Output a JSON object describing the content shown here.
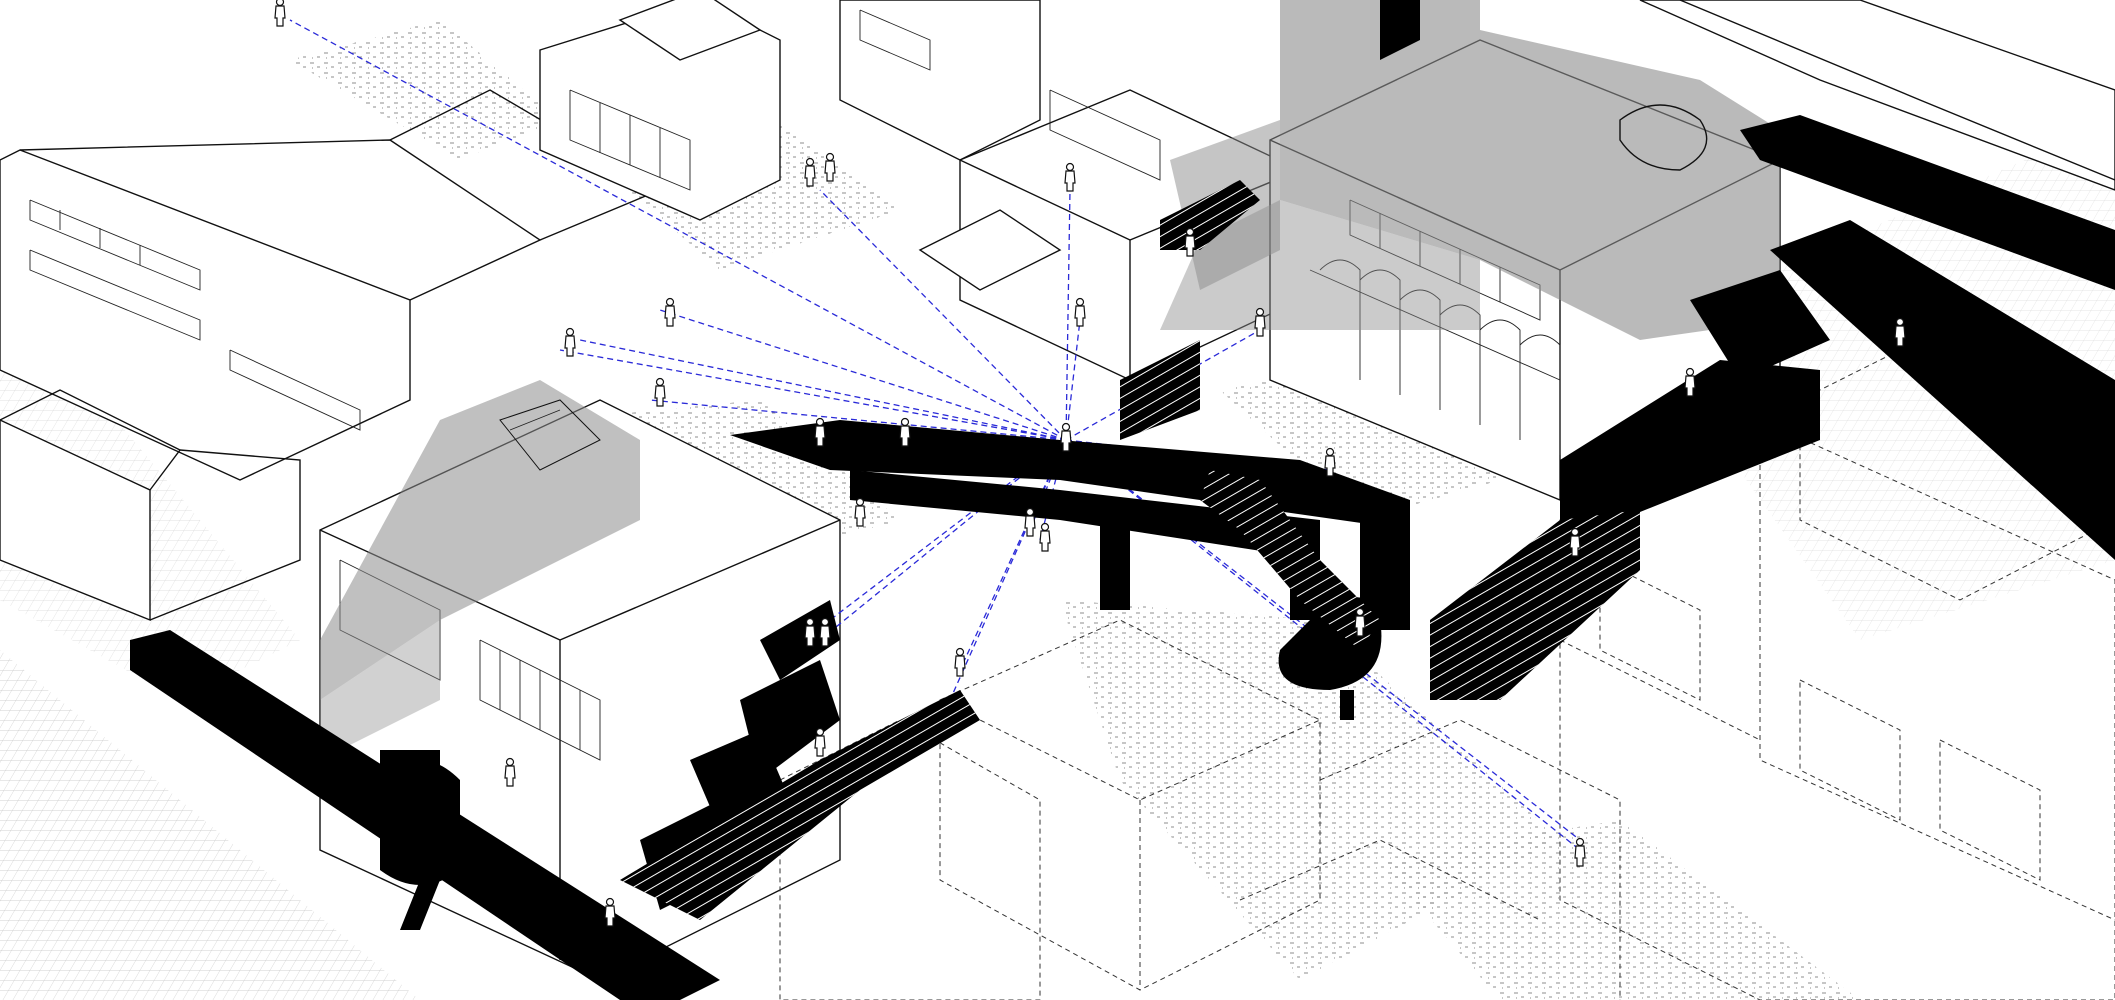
{
  "drawing": {
    "view": "isometric",
    "colors": {
      "background": "#ffffff",
      "linework": "#111111",
      "walkway": "#000000",
      "shadow_volume": "#8c8c8c",
      "sight_lines": "#2a2ad8",
      "paving_texture": "#555555"
    },
    "elements": [
      "existing-buildings",
      "black-elevated-walkways",
      "stairs",
      "translucent-grey-volumes",
      "blue-dashed-sight-lines",
      "human-figures",
      "paved-ground",
      "dashed-ghost-buildings"
    ]
  }
}
